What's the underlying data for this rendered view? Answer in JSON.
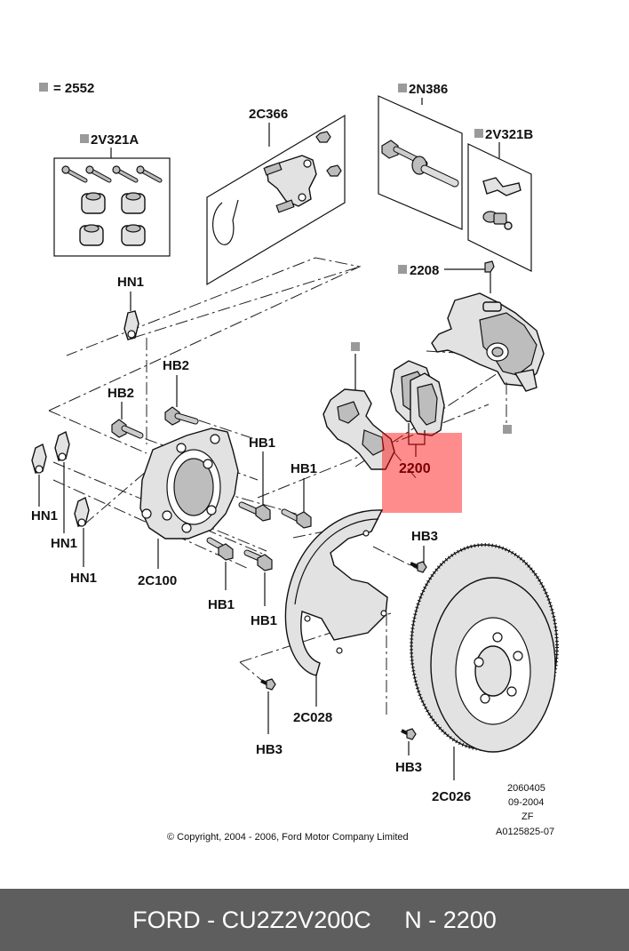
{
  "footer": {
    "text": "FORD - CU2Z2V200C     N - 2200"
  },
  "labels": {
    "eq_2552": "= 2552",
    "k_2V321A": "2V321A",
    "k_2C366": "2C366",
    "k_2N386": "2N386",
    "k_2V321B": "2V321B",
    "k_2208": "2208",
    "hn1_a": "HN1",
    "hb2_a": "HB2",
    "hb2_b": "HB2",
    "hb1_a": "HB1",
    "hb1_b": "HB1",
    "hb1_c": "HB1",
    "hb1_d": "HB1",
    "hn1_b": "HN1",
    "hn1_c": "HN1",
    "hn1_d": "HN1",
    "k_2C100": "2C100",
    "k_2200": "2200",
    "hb3_a": "HB3",
    "hb3_b": "HB3",
    "hb3_c": "HB3",
    "k_2C028": "2C028",
    "k_2C026": "2C026"
  },
  "info": {
    "line1": "2060405",
    "line2": "09-2004",
    "line3": "ZF",
    "line4": "A0125825-07"
  },
  "copyright": "© Copyright, 2004 - 2006, Ford Motor Company Limited",
  "highlight": {
    "color": "#ff0000",
    "opacity": 0.45
  }
}
